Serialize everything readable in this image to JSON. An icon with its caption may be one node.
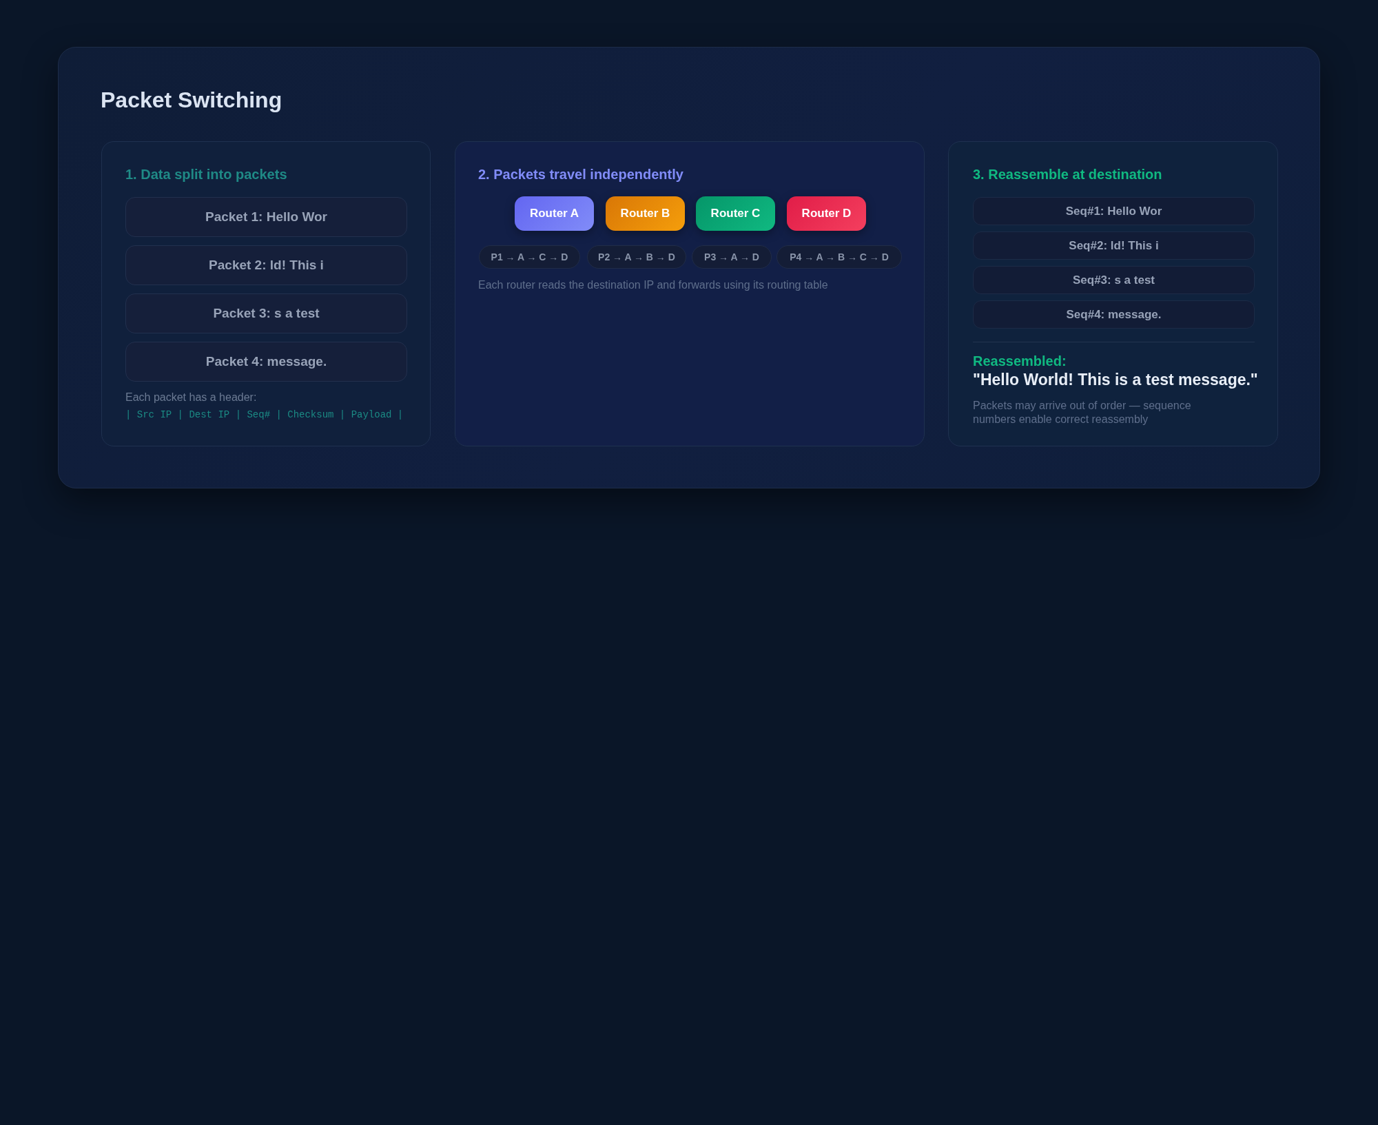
{
  "diagram": {
    "title": "Packet Switching",
    "nodes": [
      {
        "text": [
          "1. Data split into packets",
          "Each packet has a header:",
          "| Src IP | Dest IP | Seq# | Checksum | Payload |"
        ]
      },
      {
        "text": [
          "Packet 1: Hello Wor"
        ],
        "in": 0
      },
      {
        "text": [
          "Packet 2: ld! This i"
        ],
        "in": 0
      },
      {
        "text": [
          "Packet 3: s a test"
        ],
        "in": 0
      },
      {
        "text": [
          "Packet 4: message."
        ],
        "in": 0
      },
      {
        "text": [
          "2. Packets travel independently",
          "Each router reads the destination IP and forwards using its routing table"
        ]
      },
      {
        "text": [
          "Router A"
        ],
        "in": 5
      },
      {
        "text": [
          "Router B"
        ],
        "in": 5
      },
      {
        "text": [
          "Router C"
        ],
        "in": 5
      },
      {
        "text": [
          "Router D"
        ],
        "in": 5
      },
      {
        "text": [
          "P1 → A → C → D"
        ],
        "in": 5
      },
      {
        "text": [
          "P2 → A → B → D"
        ],
        "in": 5
      },
      {
        "text": [
          "P3 → A → D"
        ],
        "in": 5
      },
      {
        "text": [
          "P4 → A → B → C → D"
        ],
        "in": 5
      },
      {
        "text": [
          "3. Reassemble at destination",
          "Reassembled:",
          "\"Hello World! This is a test message.\"",
          "Packets may arrive out of order — sequence numbers enable correct reassembly"
        ]
      },
      {
        "text": [
          "Seq#1: Hello Wor"
        ],
        "in": 14
      },
      {
        "text": [
          "Seq#2: ld! This i"
        ],
        "in": 14
      },
      {
        "text": [
          "Seq#3: s a test"
        ],
        "in": 14
      },
      {
        "text": [
          "Seq#4: message."
        ],
        "in": 14
      }
    ]
  }
}
